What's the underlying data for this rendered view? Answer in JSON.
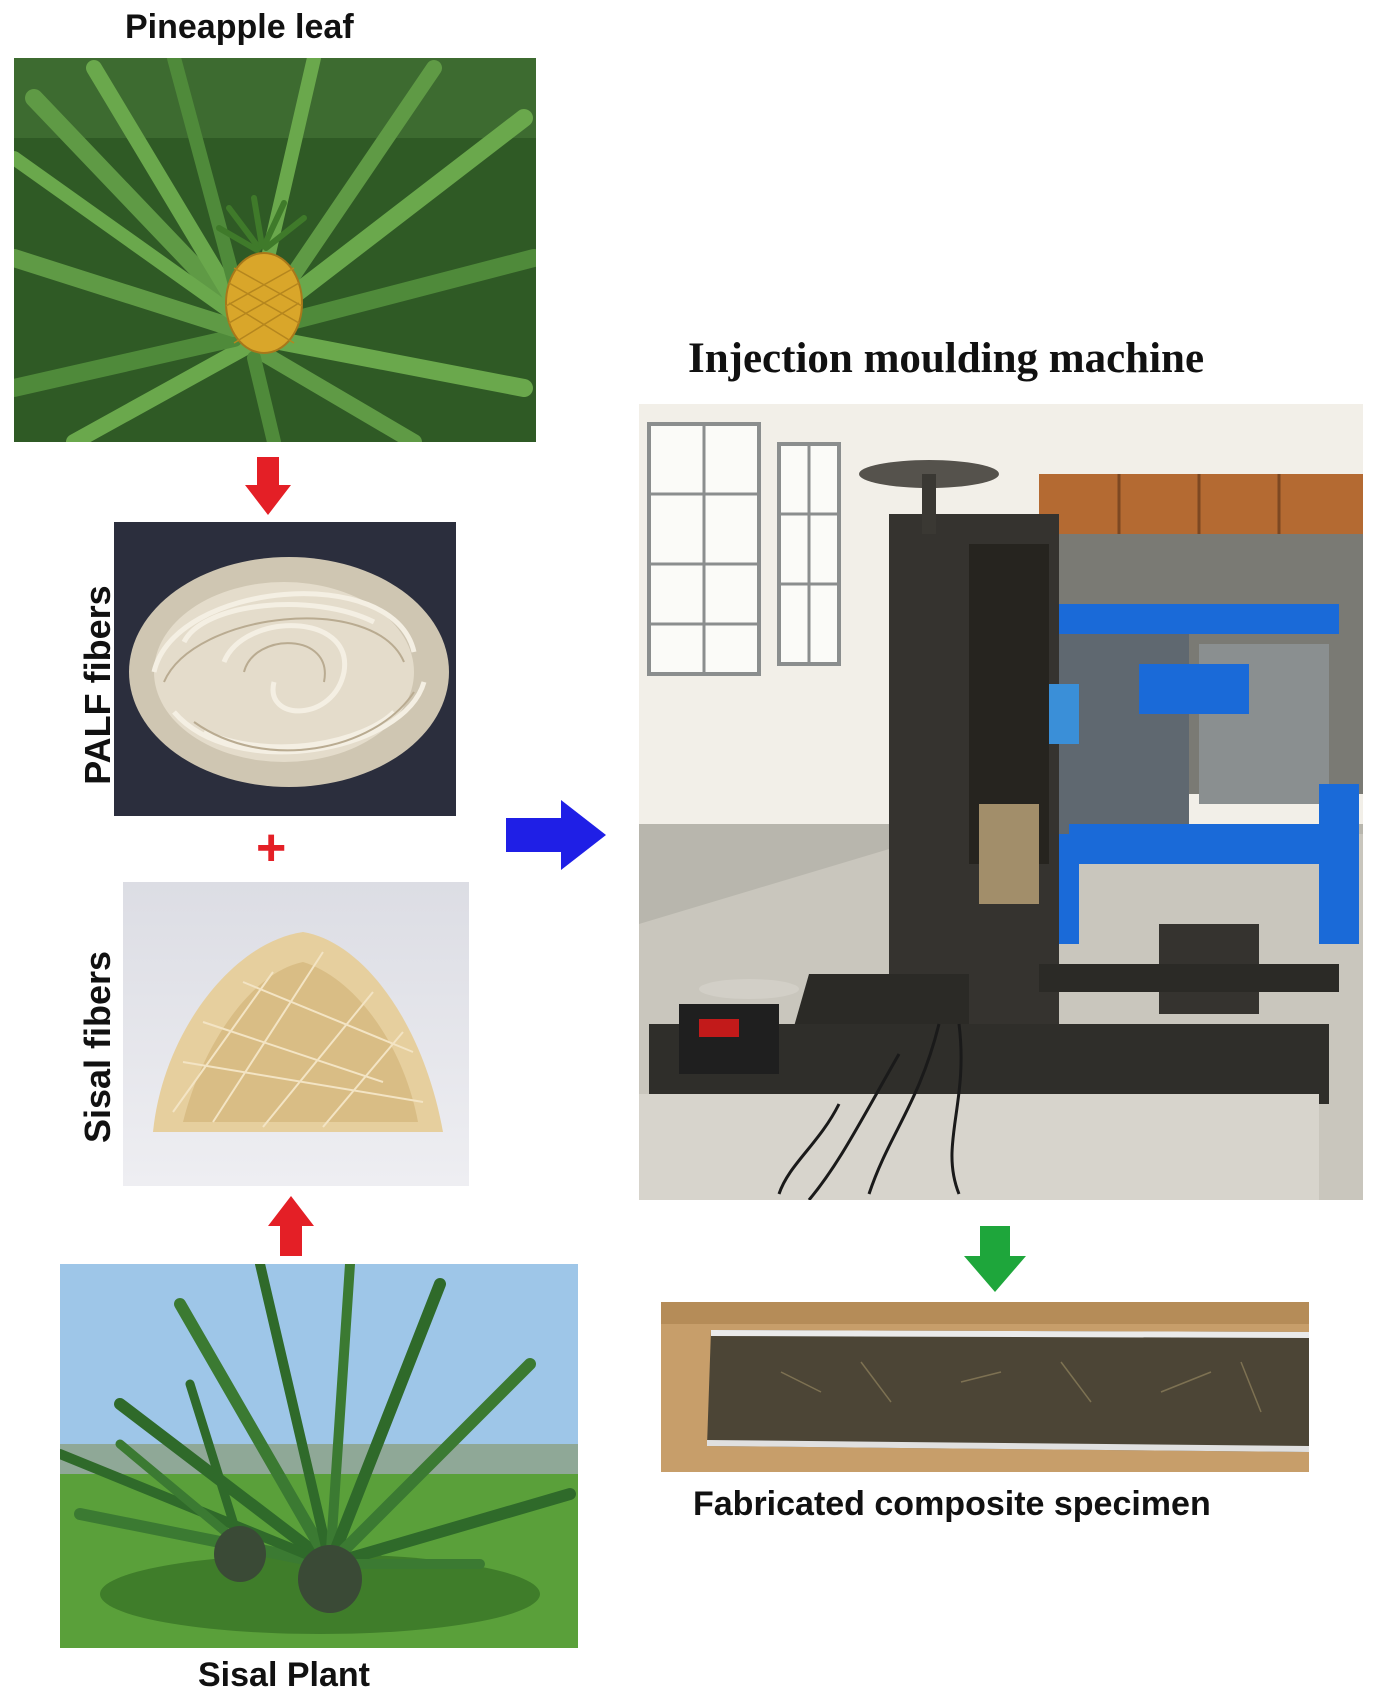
{
  "labels": {
    "pineapple_leaf": "Pineapple leaf",
    "palf_fibers": "PALF fibers",
    "sisal_fibers": "Sisal fibers",
    "sisal_plant": "Sisal Plant",
    "injection_machine": "Injection moulding machine",
    "specimen": "Fabricated composite specimen"
  },
  "symbols": {
    "plus": "+"
  },
  "colors": {
    "arrow_red": "#e41f26",
    "arrow_blue": "#1f1fe6",
    "arrow_green": "#1ea63b"
  },
  "icons": {
    "down_arrow": "arrow-down-icon",
    "up_arrow": "arrow-up-icon",
    "right_arrow": "arrow-right-icon"
  }
}
